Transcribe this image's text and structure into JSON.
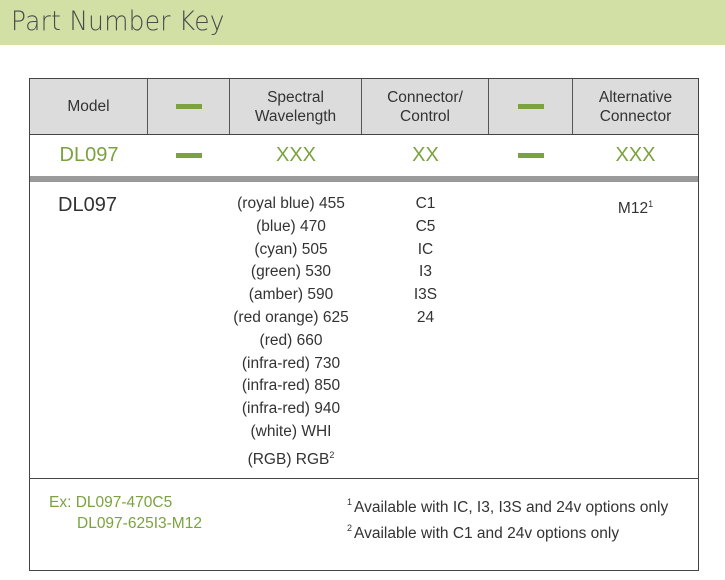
{
  "page": {
    "title": "Part Number Key"
  },
  "header": {
    "columns": [
      {
        "label_line1": "Model",
        "label_line2": ""
      },
      {
        "label_line1": "—",
        "label_line2": "",
        "separator": true
      },
      {
        "label_line1": "Spectral",
        "label_line2": "Wavelength"
      },
      {
        "label_line1": "Connector/",
        "label_line2": "Control"
      },
      {
        "label_line1": "—",
        "label_line2": "",
        "separator": true
      },
      {
        "label_line1": "Alternative",
        "label_line2": "Connector"
      }
    ]
  },
  "format_row": {
    "model": "DL097",
    "wavelength": "XXX",
    "connector": "XX",
    "alt_connector": "XXX"
  },
  "body": {
    "model": "DL097",
    "wavelengths": [
      {
        "text": "(royal blue) 455"
      },
      {
        "text": "(blue) 470"
      },
      {
        "text": "(cyan) 505"
      },
      {
        "text": "(green) 530"
      },
      {
        "text": "(amber) 590"
      },
      {
        "text": "(red orange) 625"
      },
      {
        "text": "(red) 660"
      },
      {
        "text": "(infra-red) 730"
      },
      {
        "text": "(infra-red) 850"
      },
      {
        "text": "(infra-red) 940"
      },
      {
        "text": "(white) WHI"
      },
      {
        "text": "(RGB) RGB",
        "sup": "2"
      }
    ],
    "connectors": [
      "C1",
      "C5",
      "IC",
      "I3",
      "I3S",
      "24"
    ],
    "alt_connectors": [
      {
        "text": "M12",
        "sup": "1"
      }
    ]
  },
  "footer": {
    "examples_label": "Ex:",
    "examples": [
      "DL097-470C5",
      "DL097-625I3-M12"
    ],
    "notes": [
      {
        "sup": "1",
        "text": "Available with IC, I3, I3S and 24v options only"
      },
      {
        "sup": "2",
        "text": "Available with C1 and 24v options only"
      }
    ]
  },
  "colors": {
    "title_bar_bg": "#d2e0a6",
    "accent_green": "#7ba23f",
    "header_bg": "#dcdcdc",
    "divider_gray": "#9a9a9a"
  }
}
